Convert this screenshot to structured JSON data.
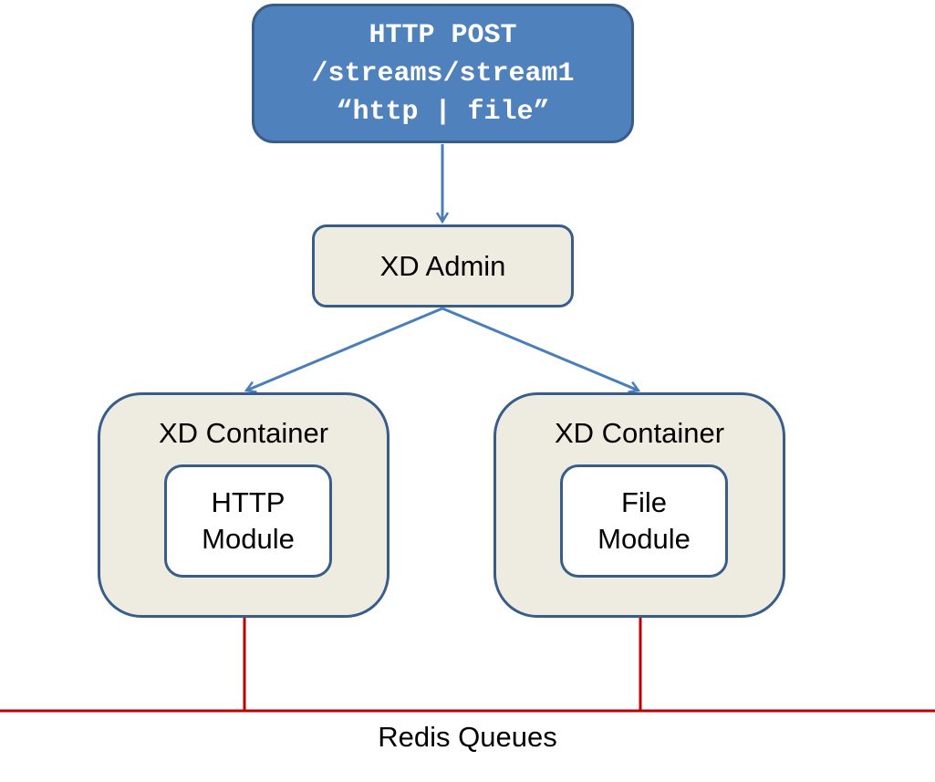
{
  "request": {
    "lines": [
      "HTTP POST",
      "/streams/stream1",
      "“http | file”"
    ]
  },
  "admin": {
    "label": "XD Admin"
  },
  "containers": [
    {
      "title": "XD Container",
      "module": {
        "lines": [
          "HTTP",
          "Module"
        ]
      }
    },
    {
      "title": "XD Container",
      "module": {
        "lines": [
          "File",
          "Module"
        ]
      }
    }
  ],
  "queue": {
    "label": "Redis Queues"
  },
  "colors": {
    "request_fill": "#4f81bd",
    "box_fill": "#eeece1",
    "box_border": "#385d8a",
    "arrow": "#4a7ebb",
    "queue_line": "#c00000"
  }
}
